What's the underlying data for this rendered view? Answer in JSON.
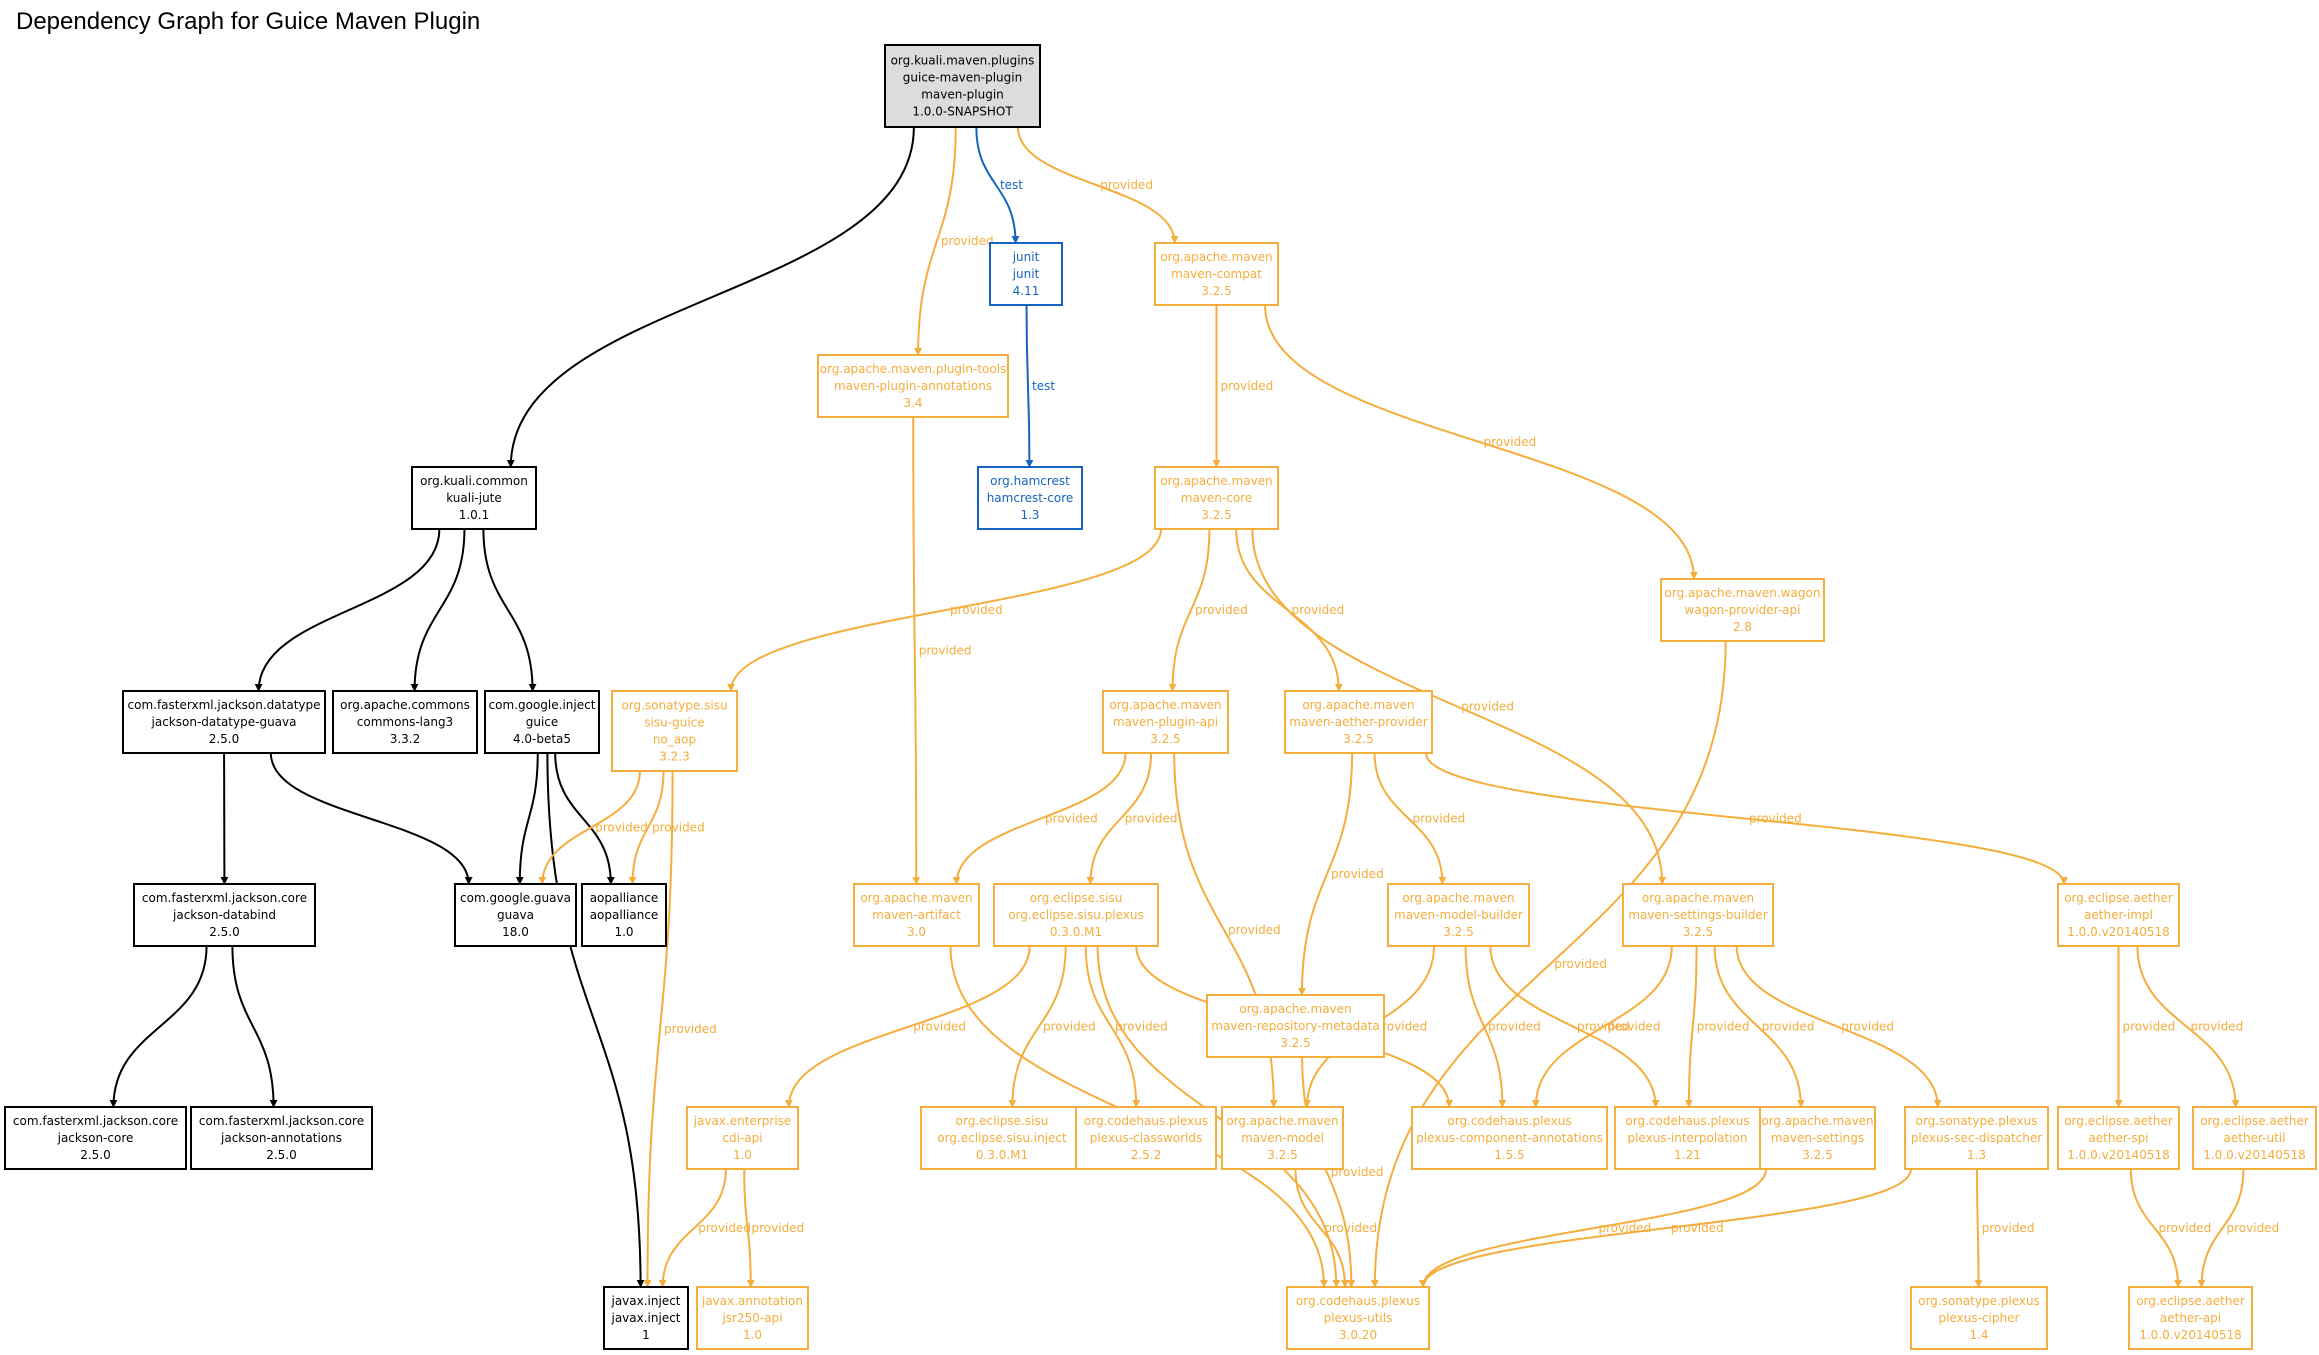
{
  "title": "Dependency Graph for Guice Maven Plugin",
  "colors": {
    "compile": "#000000",
    "test": "#1565c0",
    "provided": "#f5ad3c",
    "root_fill": "#dcdcdc"
  },
  "nodes": [
    {
      "id": "root",
      "lines": [
        "org.kuali.maven.plugins",
        "guice-maven-plugin",
        "maven-plugin",
        "1.0.0-SNAPSHOT"
      ],
      "scope": "root"
    },
    {
      "id": "junit",
      "lines": [
        "junit",
        "junit",
        "4.11"
      ],
      "scope": "test"
    },
    {
      "id": "hamcrest",
      "lines": [
        "org.hamcrest",
        "hamcrest-core",
        "1.3"
      ],
      "scope": "test"
    },
    {
      "id": "compat",
      "lines": [
        "org.apache.maven",
        "maven-compat",
        "3.2.5"
      ],
      "scope": "provided"
    },
    {
      "id": "plugintools",
      "lines": [
        "org.apache.maven.plugin-tools",
        "maven-plugin-annotations",
        "3.4"
      ],
      "scope": "provided"
    },
    {
      "id": "mcore",
      "lines": [
        "org.apache.maven",
        "maven-core",
        "3.2.5"
      ],
      "scope": "provided"
    },
    {
      "id": "wagon",
      "lines": [
        "org.apache.maven.wagon",
        "wagon-provider-api",
        "2.8"
      ],
      "scope": "provided"
    },
    {
      "id": "jute",
      "lines": [
        "org.kuali.common",
        "kuali-jute",
        "1.0.1"
      ],
      "scope": "compile"
    },
    {
      "id": "jdguava",
      "lines": [
        "com.fasterxml.jackson.datatype",
        "jackson-datatype-guava",
        "2.5.0"
      ],
      "scope": "compile"
    },
    {
      "id": "lang3",
      "lines": [
        "org.apache.commons",
        "commons-lang3",
        "3.3.2"
      ],
      "scope": "compile"
    },
    {
      "id": "guice",
      "lines": [
        "com.google.inject",
        "guice",
        "4.0-beta5"
      ],
      "scope": "compile"
    },
    {
      "id": "sisuguice",
      "lines": [
        "org.sonatype.sisu",
        "sisu-guice",
        "no_aop",
        "3.2.3"
      ],
      "scope": "provided"
    },
    {
      "id": "pluginapi",
      "lines": [
        "org.apache.maven",
        "maven-plugin-api",
        "3.2.5"
      ],
      "scope": "provided"
    },
    {
      "id": "aetherprov",
      "lines": [
        "org.apache.maven",
        "maven-aether-provider",
        "3.2.5"
      ],
      "scope": "provided"
    },
    {
      "id": "databind",
      "lines": [
        "com.fasterxml.jackson.core",
        "jackson-databind",
        "2.5.0"
      ],
      "scope": "compile"
    },
    {
      "id": "gguava",
      "lines": [
        "com.google.guava",
        "guava",
        "18.0"
      ],
      "scope": "compile"
    },
    {
      "id": "aopalliance",
      "lines": [
        "aopalliance",
        "aopalliance",
        "1.0"
      ],
      "scope": "compile"
    },
    {
      "id": "artifact",
      "lines": [
        "org.apache.maven",
        "maven-artifact",
        "3.0"
      ],
      "scope": "provided"
    },
    {
      "id": "sisuplexus",
      "lines": [
        "org.eclipse.sisu",
        "org.eclipse.sisu.plexus",
        "0.3.0.M1"
      ],
      "scope": "provided"
    },
    {
      "id": "modelbuilder",
      "lines": [
        "org.apache.maven",
        "maven-model-builder",
        "3.2.5"
      ],
      "scope": "provided"
    },
    {
      "id": "settingsbuilder",
      "lines": [
        "org.apache.maven",
        "maven-settings-builder",
        "3.2.5"
      ],
      "scope": "provided"
    },
    {
      "id": "aetherimpl",
      "lines": [
        "org.eclipse.aether",
        "aether-impl",
        "1.0.0.v20140518"
      ],
      "scope": "provided"
    },
    {
      "id": "repometa",
      "lines": [
        "org.apache.maven",
        "maven-repository-metadata",
        "3.2.5"
      ],
      "scope": "provided"
    },
    {
      "id": "jcore",
      "lines": [
        "com.fasterxml.jackson.core",
        "jackson-core",
        "2.5.0"
      ],
      "scope": "compile"
    },
    {
      "id": "jann",
      "lines": [
        "com.fasterxml.jackson.core",
        "jackson-annotations",
        "2.5.0"
      ],
      "scope": "compile"
    },
    {
      "id": "cdi",
      "lines": [
        "javax.enterprise",
        "cdi-api",
        "1.0"
      ],
      "scope": "provided"
    },
    {
      "id": "sisuinject",
      "lines": [
        "org.eclipse.sisu",
        "org.eclipse.sisu.inject",
        "0.3.0.M1"
      ],
      "scope": "provided"
    },
    {
      "id": "classworlds",
      "lines": [
        "org.codehaus.plexus",
        "plexus-classworlds",
        "2.5.2"
      ],
      "scope": "provided"
    },
    {
      "id": "mmodel",
      "lines": [
        "org.apache.maven",
        "maven-model",
        "3.2.5"
      ],
      "scope": "provided"
    },
    {
      "id": "compann",
      "lines": [
        "org.codehaus.plexus",
        "plexus-component-annotations",
        "1.5.5"
      ],
      "scope": "provided"
    },
    {
      "id": "interp",
      "lines": [
        "org.codehaus.plexus",
        "plexus-interpolation",
        "1.21"
      ],
      "scope": "provided"
    },
    {
      "id": "msettings",
      "lines": [
        "org.apache.maven",
        "maven-settings",
        "3.2.5"
      ],
      "scope": "provided"
    },
    {
      "id": "secdisp",
      "lines": [
        "org.sonatype.plexus",
        "plexus-sec-dispatcher",
        "1.3"
      ],
      "scope": "provided"
    },
    {
      "id": "aetherspi",
      "lines": [
        "org.eclipse.aether",
        "aether-spi",
        "1.0.0.v20140518"
      ],
      "scope": "provided"
    },
    {
      "id": "aetherutil",
      "lines": [
        "org.eclipse.aether",
        "aether-util",
        "1.0.0.v20140518"
      ],
      "scope": "provided"
    },
    {
      "id": "javaxinject",
      "lines": [
        "javax.inject",
        "javax.inject",
        "1"
      ],
      "scope": "compile"
    },
    {
      "id": "jsr250",
      "lines": [
        "javax.annotation",
        "jsr250-api",
        "1.0"
      ],
      "scope": "provided"
    },
    {
      "id": "plexusutils",
      "lines": [
        "org.codehaus.plexus",
        "plexus-utils",
        "3.0.20"
      ],
      "scope": "provided"
    },
    {
      "id": "cipher",
      "lines": [
        "org.sonatype.plexus",
        "plexus-cipher",
        "1.4"
      ],
      "scope": "provided"
    },
    {
      "id": "aetherapi",
      "lines": [
        "org.eclipse.aether",
        "aether-api",
        "1.0.0.v20140518"
      ],
      "scope": "provided"
    }
  ],
  "edges": [
    {
      "from": "root",
      "to": "jute",
      "scope": "compile",
      "label": ""
    },
    {
      "from": "root",
      "to": "junit",
      "scope": "test",
      "label": "test"
    },
    {
      "from": "root",
      "to": "plugintools",
      "scope": "provided",
      "label": "provided"
    },
    {
      "from": "root",
      "to": "compat",
      "scope": "provided",
      "label": "provided"
    },
    {
      "from": "junit",
      "to": "hamcrest",
      "scope": "test",
      "label": "test"
    },
    {
      "from": "compat",
      "to": "mcore",
      "scope": "provided",
      "label": "provided"
    },
    {
      "from": "compat",
      "to": "wagon",
      "scope": "provided",
      "label": "provided"
    },
    {
      "from": "plugintools",
      "to": "artifact",
      "scope": "provided",
      "label": "provided"
    },
    {
      "from": "mcore",
      "to": "sisuguice",
      "scope": "provided",
      "label": "provided"
    },
    {
      "from": "mcore",
      "to": "pluginapi",
      "scope": "provided",
      "label": "provided"
    },
    {
      "from": "mcore",
      "to": "aetherprov",
      "scope": "provided",
      "label": "provided"
    },
    {
      "from": "mcore",
      "to": "settingsbuilder",
      "scope": "provided",
      "label": "provided"
    },
    {
      "from": "wagon",
      "to": "plexusutils",
      "scope": "provided",
      "label": "provided"
    },
    {
      "from": "jute",
      "to": "jdguava",
      "scope": "compile",
      "label": ""
    },
    {
      "from": "jute",
      "to": "lang3",
      "scope": "compile",
      "label": ""
    },
    {
      "from": "jute",
      "to": "guice",
      "scope": "compile",
      "label": ""
    },
    {
      "from": "jdguava",
      "to": "databind",
      "scope": "compile",
      "label": ""
    },
    {
      "from": "jdguava",
      "to": "gguava",
      "scope": "compile",
      "label": ""
    },
    {
      "from": "guice",
      "to": "javaxinject",
      "scope": "compile",
      "label": ""
    },
    {
      "from": "guice",
      "to": "gguava",
      "scope": "compile",
      "label": ""
    },
    {
      "from": "guice",
      "to": "aopalliance",
      "scope": "compile",
      "label": ""
    },
    {
      "from": "sisuguice",
      "to": "gguava",
      "scope": "provided",
      "label": "provided"
    },
    {
      "from": "sisuguice",
      "to": "aopalliance",
      "scope": "provided",
      "label": "provided"
    },
    {
      "from": "sisuguice",
      "to": "javaxinject",
      "scope": "provided",
      "label": "provided"
    },
    {
      "from": "pluginapi",
      "to": "artifact",
      "scope": "provided",
      "label": "provided"
    },
    {
      "from": "pluginapi",
      "to": "sisuplexus",
      "scope": "provided",
      "label": "provided"
    },
    {
      "from": "pluginapi",
      "to": "mmodel",
      "scope": "provided",
      "label": "provided"
    },
    {
      "from": "aetherprov",
      "to": "repometa",
      "scope": "provided",
      "label": "provided"
    },
    {
      "from": "aetherprov",
      "to": "modelbuilder",
      "scope": "provided",
      "label": "provided"
    },
    {
      "from": "aetherprov",
      "to": "aetherimpl",
      "scope": "provided",
      "label": "provided"
    },
    {
      "from": "databind",
      "to": "jcore",
      "scope": "compile",
      "label": ""
    },
    {
      "from": "databind",
      "to": "jann",
      "scope": "compile",
      "label": ""
    },
    {
      "from": "artifact",
      "to": "plexusutils",
      "scope": "provided",
      "label": "provided"
    },
    {
      "from": "sisuplexus",
      "to": "cdi",
      "scope": "provided",
      "label": "provided"
    },
    {
      "from": "sisuplexus",
      "to": "sisuinject",
      "scope": "provided",
      "label": "provided"
    },
    {
      "from": "sisuplexus",
      "to": "classworlds",
      "scope": "provided",
      "label": "provided"
    },
    {
      "from": "sisuplexus",
      "to": "plexusutils",
      "scope": "provided",
      "label": "provided"
    },
    {
      "from": "sisuplexus",
      "to": "compann",
      "scope": "provided",
      "label": "provided"
    },
    {
      "from": "modelbuilder",
      "to": "mmodel",
      "scope": "provided",
      "label": "provided"
    },
    {
      "from": "modelbuilder",
      "to": "compann",
      "scope": "provided",
      "label": "provided"
    },
    {
      "from": "modelbuilder",
      "to": "interp",
      "scope": "provided",
      "label": "provided"
    },
    {
      "from": "settingsbuilder",
      "to": "compann",
      "scope": "provided",
      "label": "provided"
    },
    {
      "from": "settingsbuilder",
      "to": "interp",
      "scope": "provided",
      "label": "provided"
    },
    {
      "from": "settingsbuilder",
      "to": "msettings",
      "scope": "provided",
      "label": "provided"
    },
    {
      "from": "settingsbuilder",
      "to": "secdisp",
      "scope": "provided",
      "label": "provided"
    },
    {
      "from": "aetherimpl",
      "to": "aetherspi",
      "scope": "provided",
      "label": "provided"
    },
    {
      "from": "aetherimpl",
      "to": "aetherutil",
      "scope": "provided",
      "label": "provided"
    },
    {
      "from": "repometa",
      "to": "plexusutils",
      "scope": "provided",
      "label": "provided"
    },
    {
      "from": "cdi",
      "to": "javaxinject",
      "scope": "provided",
      "label": "provided"
    },
    {
      "from": "cdi",
      "to": "jsr250",
      "scope": "provided",
      "label": "provided"
    },
    {
      "from": "mmodel",
      "to": "plexusutils",
      "scope": "provided",
      "label": "provided"
    },
    {
      "from": "msettings",
      "to": "plexusutils",
      "scope": "provided",
      "label": "provided"
    },
    {
      "from": "secdisp",
      "to": "plexusutils",
      "scope": "provided",
      "label": "provided"
    },
    {
      "from": "secdisp",
      "to": "cipher",
      "scope": "provided",
      "label": "provided"
    },
    {
      "from": "aetherspi",
      "to": "aetherapi",
      "scope": "provided",
      "label": "provided"
    },
    {
      "from": "aetherutil",
      "to": "aetherapi",
      "scope": "provided",
      "label": "provided"
    }
  ]
}
